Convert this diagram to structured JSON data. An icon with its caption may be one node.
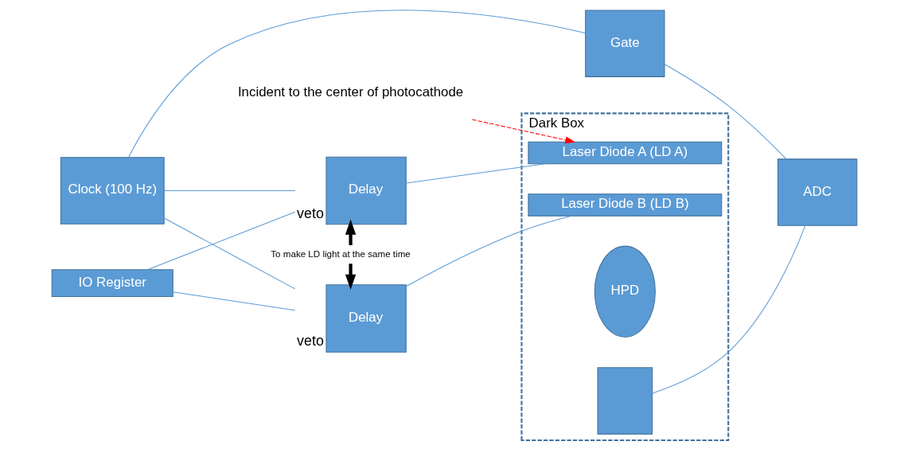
{
  "diagram": {
    "nodes": [
      {
        "text": [
          "Clock (100 Hz)"
        ]
      },
      {
        "text": [
          "Delay"
        ],
        "beside": [
          "veto"
        ]
      },
      {
        "text": [
          "Delay"
        ],
        "beside": [
          "veto"
        ]
      },
      {
        "text": [
          "Dark Box"
        ]
      },
      {
        "text": [
          "Laser Diode A (LD A)"
        ],
        "in": 3
      },
      {
        "text": [
          "Laser Diode B (LD B)"
        ],
        "in": 3
      },
      {
        "text": [
          "HPD"
        ],
        "in": 3
      },
      {
        "text": [],
        "shape": "box",
        "in": 3
      },
      {
        "text": [
          "Gate"
        ]
      },
      {
        "text": [
          "ADC"
        ]
      },
      {
        "text": [
          "IO Register"
        ]
      },
      {
        "text": [
          "Incident to the center of photocathode"
        ]
      }
    ],
    "edges": [
      {
        "from": 0,
        "to": 1,
        "arrow": "none"
      },
      {
        "from": 0,
        "to": 2,
        "arrow": "none"
      },
      {
        "from": 0,
        "to": 8,
        "arrow": "none"
      },
      {
        "from": 10,
        "to": 1,
        "arrow": "none"
      },
      {
        "from": 10,
        "to": 2,
        "arrow": "none"
      },
      {
        "from": 1,
        "to": 4,
        "arrow": "none"
      },
      {
        "from": 2,
        "to": 5,
        "arrow": "none"
      },
      {
        "from": 1,
        "to": 2,
        "arrow": "both",
        "label": "To make LD light at the same time",
        "style": "thick",
        "color": "#000000"
      },
      {
        "from": 8,
        "to": 9,
        "arrow": "none"
      },
      {
        "from": 7,
        "to": 9,
        "arrow": "none"
      },
      {
        "from": 11,
        "to": 4,
        "arrow": "to",
        "style": "dashed",
        "color": "#ff0000"
      }
    ]
  }
}
